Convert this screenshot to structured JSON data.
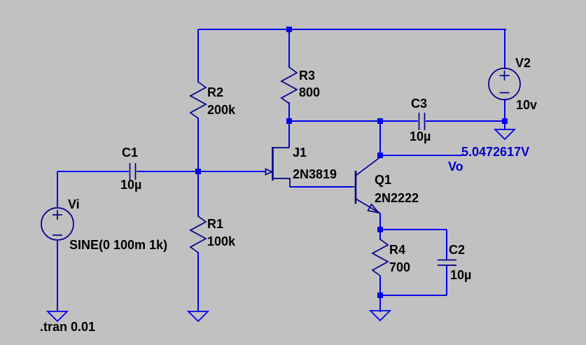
{
  "app": {
    "background_color": "#c1c1c1",
    "wire_color": "#0000ee",
    "symbol_color": "#00008b",
    "label_color": "#000000",
    "net_text_color": "#0000c8"
  },
  "components": {
    "r1": {
      "name": "R1",
      "value": "100k"
    },
    "r2": {
      "name": "R2",
      "value": "200k"
    },
    "r3": {
      "name": "R3",
      "value": "800"
    },
    "r4": {
      "name": "R4",
      "value": "700"
    },
    "c1": {
      "name": "C1",
      "value": "10µ"
    },
    "c2": {
      "name": "C2",
      "value": "10µ"
    },
    "c3": {
      "name": "C3",
      "value": "10µ"
    },
    "v2": {
      "name": "V2",
      "value": "10v"
    },
    "vi": {
      "name": "Vi",
      "value": "SINE(0 100m 1k)"
    },
    "j1": {
      "name": "J1",
      "value": "2N3819"
    },
    "q1": {
      "name": "Q1",
      "value": "2N2222"
    }
  },
  "annotations": {
    "bias_readout": "5.0472617V",
    "net_label": "Vo",
    "directive": ".tran 0.01"
  }
}
